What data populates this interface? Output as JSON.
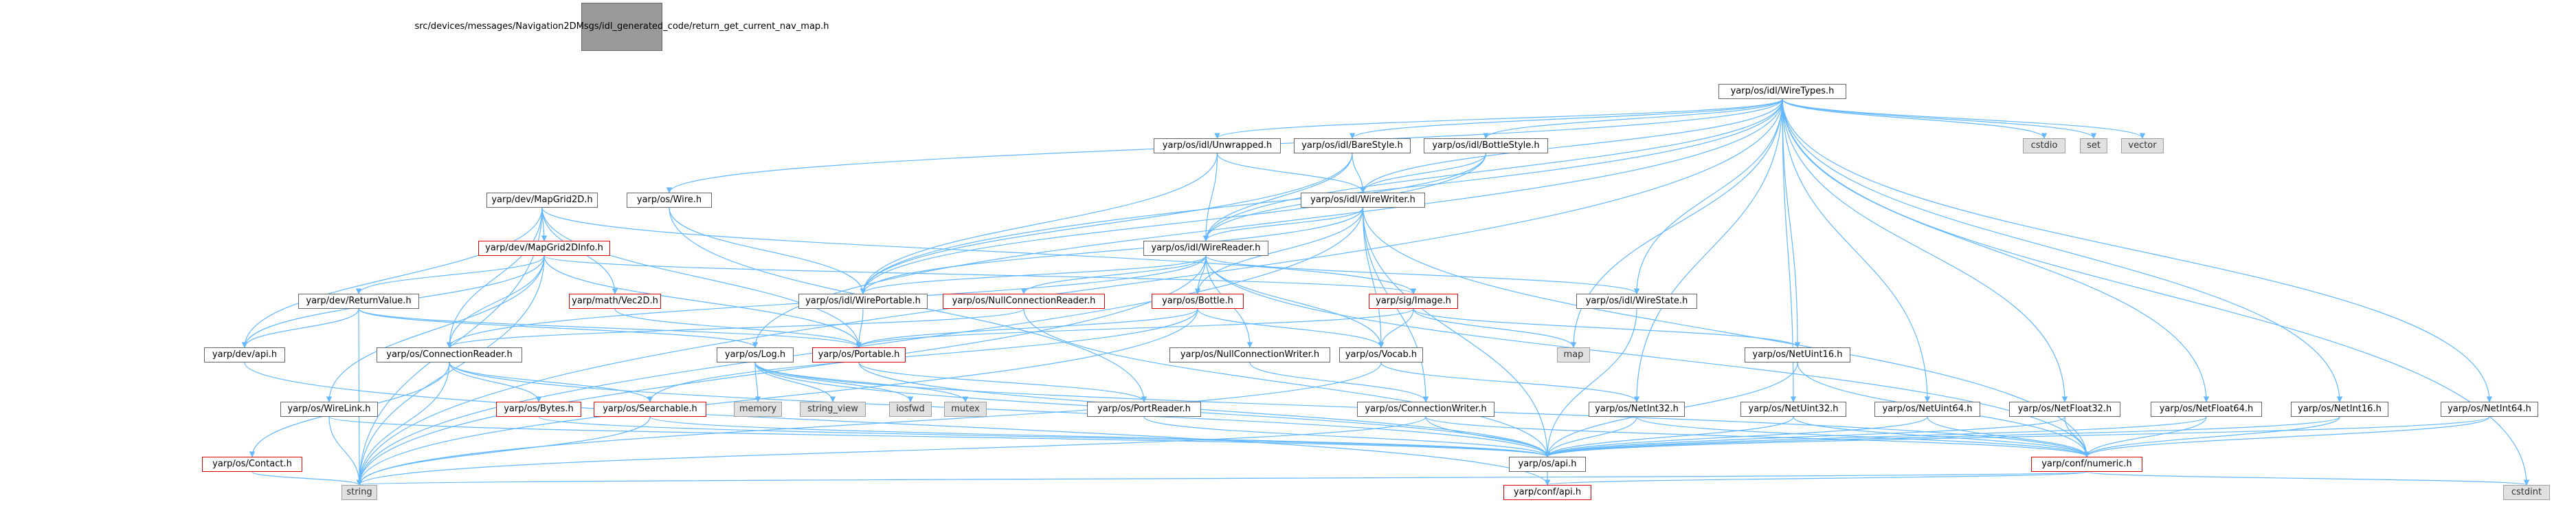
{
  "colors": {
    "edge": "#63b8ff",
    "red_border": "#e00000",
    "node_border": "#666666",
    "sys_fill": "#e0e0e0",
    "root_fill": "#999999"
  },
  "root": {
    "label": "src/devices/messages/Navigation2DMsgs/idl_generated_code/return_get_current_nav_map.h"
  },
  "nodes": {
    "wiretypes": "yarp/os/idl/WireTypes.h",
    "mapgrid2d": "yarp/dev/MapGrid2D.h",
    "wire": "yarp/os/Wire.h",
    "unwrapped": "yarp/os/idl/Unwrapped.h",
    "barestyle": "yarp/os/idl/BareStyle.h",
    "bottlestyle": "yarp/os/idl/BottleStyle.h",
    "cstdio": "cstdio",
    "set": "set",
    "vector": "vector",
    "wirewriter": "yarp/os/idl/WireWriter.h",
    "mapgrid2dinfo": "yarp/dev/MapGrid2DInfo.h",
    "wirereader": "yarp/os/idl/WireReader.h",
    "returnvalue": "yarp/dev/ReturnValue.h",
    "vec2d": "yarp/math/Vec2D.h",
    "wireportable": "yarp/os/idl/WirePortable.h",
    "nullconnreader": "yarp/os/NullConnectionReader.h",
    "bottle": "yarp/os/Bottle.h",
    "image": "yarp/sig/Image.h",
    "wirestate": "yarp/os/idl/WireState.h",
    "devapi": "yarp/dev/api.h",
    "connreader": "yarp/os/ConnectionReader.h",
    "log": "yarp/os/Log.h",
    "portable": "yarp/os/Portable.h",
    "nullconnwriter": "yarp/os/NullConnectionWriter.h",
    "vocab": "yarp/os/Vocab.h",
    "map": "map",
    "netuint16": "yarp/os/NetUint16.h",
    "memory": "memory",
    "string_view": "string_view",
    "iosfwd": "iosfwd",
    "mutex": "mutex",
    "wirelink": "yarp/os/WireLink.h",
    "bytes": "yarp/os/Bytes.h",
    "searchable": "yarp/os/Searchable.h",
    "portreader": "yarp/os/PortReader.h",
    "connwriter": "yarp/os/ConnectionWriter.h",
    "netint32": "yarp/os/NetInt32.h",
    "netuint32": "yarp/os/NetUint32.h",
    "netuint64": "yarp/os/NetUint64.h",
    "netfloat32": "yarp/os/NetFloat32.h",
    "netfloat64": "yarp/os/NetFloat64.h",
    "netint16": "yarp/os/NetInt16.h",
    "netint64": "yarp/os/NetInt64.h",
    "contact": "yarp/os/Contact.h",
    "osapi": "yarp/os/api.h",
    "numeric": "yarp/conf/numeric.h",
    "string": "string",
    "confapi": "yarp/conf/api.h",
    "cstdint": "cstdint"
  }
}
